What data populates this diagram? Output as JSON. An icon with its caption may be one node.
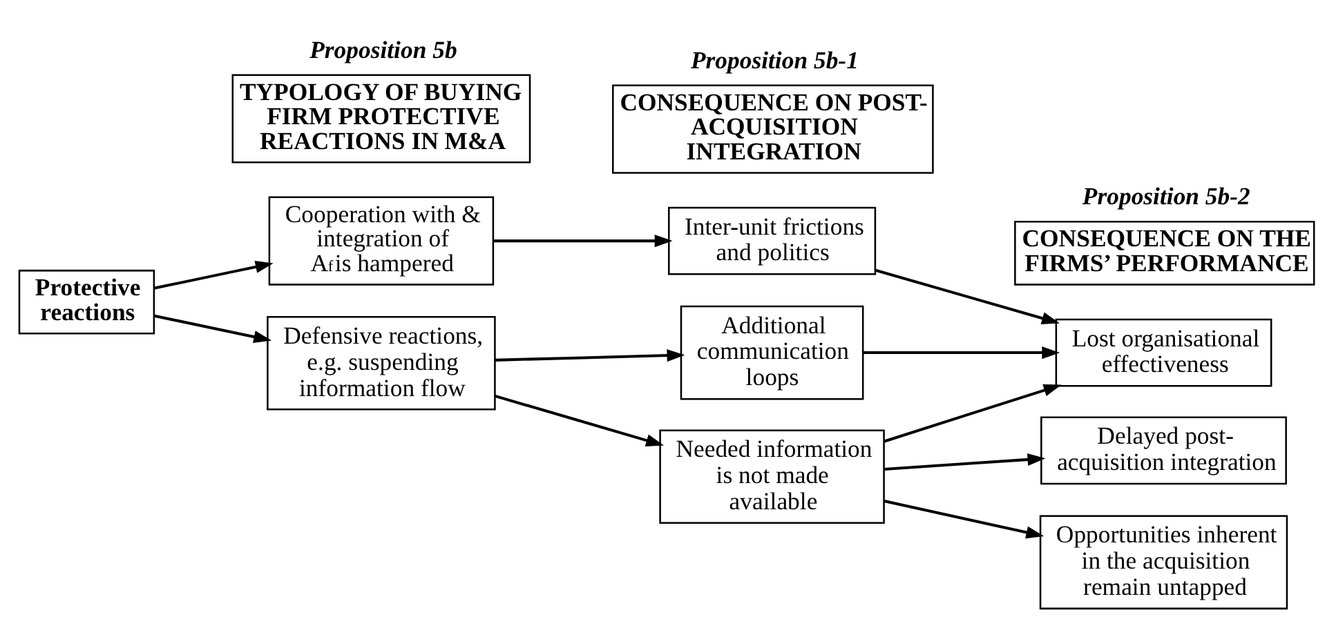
{
  "diagram": {
    "nodes": [
      {
        "text": [
          "Proposition 5b",
          "TYPOLOGY OF BUYING FIRM PROTECTIVE REACTIONS IN M&A"
        ]
      },
      {
        "text": [
          "Proposition 5b-1",
          "CONSEQUENCE ON POST-ACQUISITION INTEGRATION"
        ]
      },
      {
        "text": [
          "Proposition 5b-2",
          "CONSEQUENCE ON THE FIRMS’ PERFORMANCE"
        ]
      },
      {
        "text": [
          "Protective reactions"
        ]
      },
      {
        "text": [
          "Cooperation with & integration of A$^{f}$is hampered"
        ]
      },
      {
        "text": [
          "Defensive reactions, e.g. suspending information flow"
        ]
      },
      {
        "text": [
          "Inter-unit frictions and politics"
        ]
      },
      {
        "text": [
          "Additional communication loops"
        ]
      },
      {
        "text": [
          "Needed information is not made available"
        ]
      },
      {
        "text": [
          "Lost organisational effectiveness"
        ]
      },
      {
        "text": [
          "Delayed post-acquisition integration"
        ]
      },
      {
        "text": [
          "Opportunities inherent in the acquisition remain untapped"
        ]
      }
    ],
    "edges": [
      {
        "from": 3,
        "to": 4,
        "arrow": "to"
      },
      {
        "from": 3,
        "to": 5,
        "arrow": "to"
      },
      {
        "from": 4,
        "to": 6,
        "arrow": "to"
      },
      {
        "from": 5,
        "to": 7,
        "arrow": "to"
      },
      {
        "from": 5,
        "to": 8,
        "arrow": "to"
      },
      {
        "from": 6,
        "to": 9,
        "arrow": "to"
      },
      {
        "from": 7,
        "to": 9,
        "arrow": "to"
      },
      {
        "from": 8,
        "to": 9,
        "arrow": "to"
      },
      {
        "from": 8,
        "to": 10,
        "arrow": "to"
      },
      {
        "from": 8,
        "to": 11,
        "arrow": "to"
      }
    ]
  }
}
